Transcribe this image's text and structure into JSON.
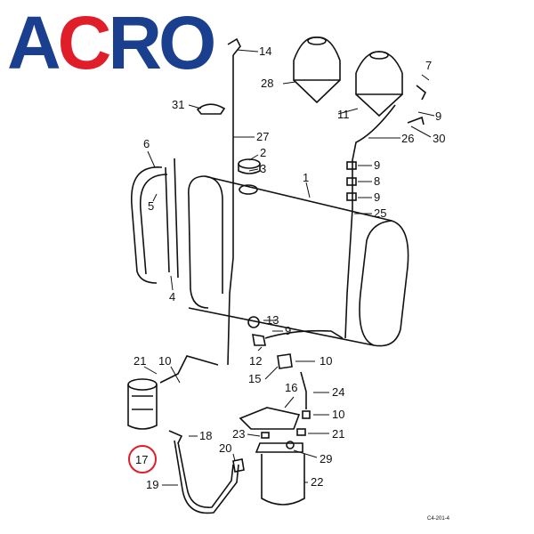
{
  "logo": {
    "text": "ACRO",
    "colors": {
      "primary": "#1a3f8f",
      "accent": "#e01e2a"
    }
  },
  "callouts": {
    "c14": "14",
    "c28": "28",
    "c7": "7",
    "c11": "11",
    "c31": "31",
    "c9a": "9",
    "c27": "27",
    "c26": "26",
    "c30": "30",
    "c6": "6",
    "c2": "2",
    "c3": "3",
    "c9b": "9",
    "c8": "8",
    "c1": "1",
    "c9c": "9",
    "c5": "5",
    "c25": "25",
    "c4": "4",
    "c13": "13",
    "c9d": "9",
    "c21a": "21",
    "c10a": "10",
    "c12": "12",
    "c10b": "10",
    "c15": "15",
    "c16": "16",
    "c24": "24",
    "c10c": "10",
    "c18": "18",
    "c23": "23",
    "c21b": "21",
    "c17": "17",
    "c20": "20",
    "c29": "29",
    "c22": "22",
    "c19": "19"
  },
  "highlight": {
    "part": "17",
    "color": "#e01e2a"
  },
  "drawing_code": "C4-201-4"
}
